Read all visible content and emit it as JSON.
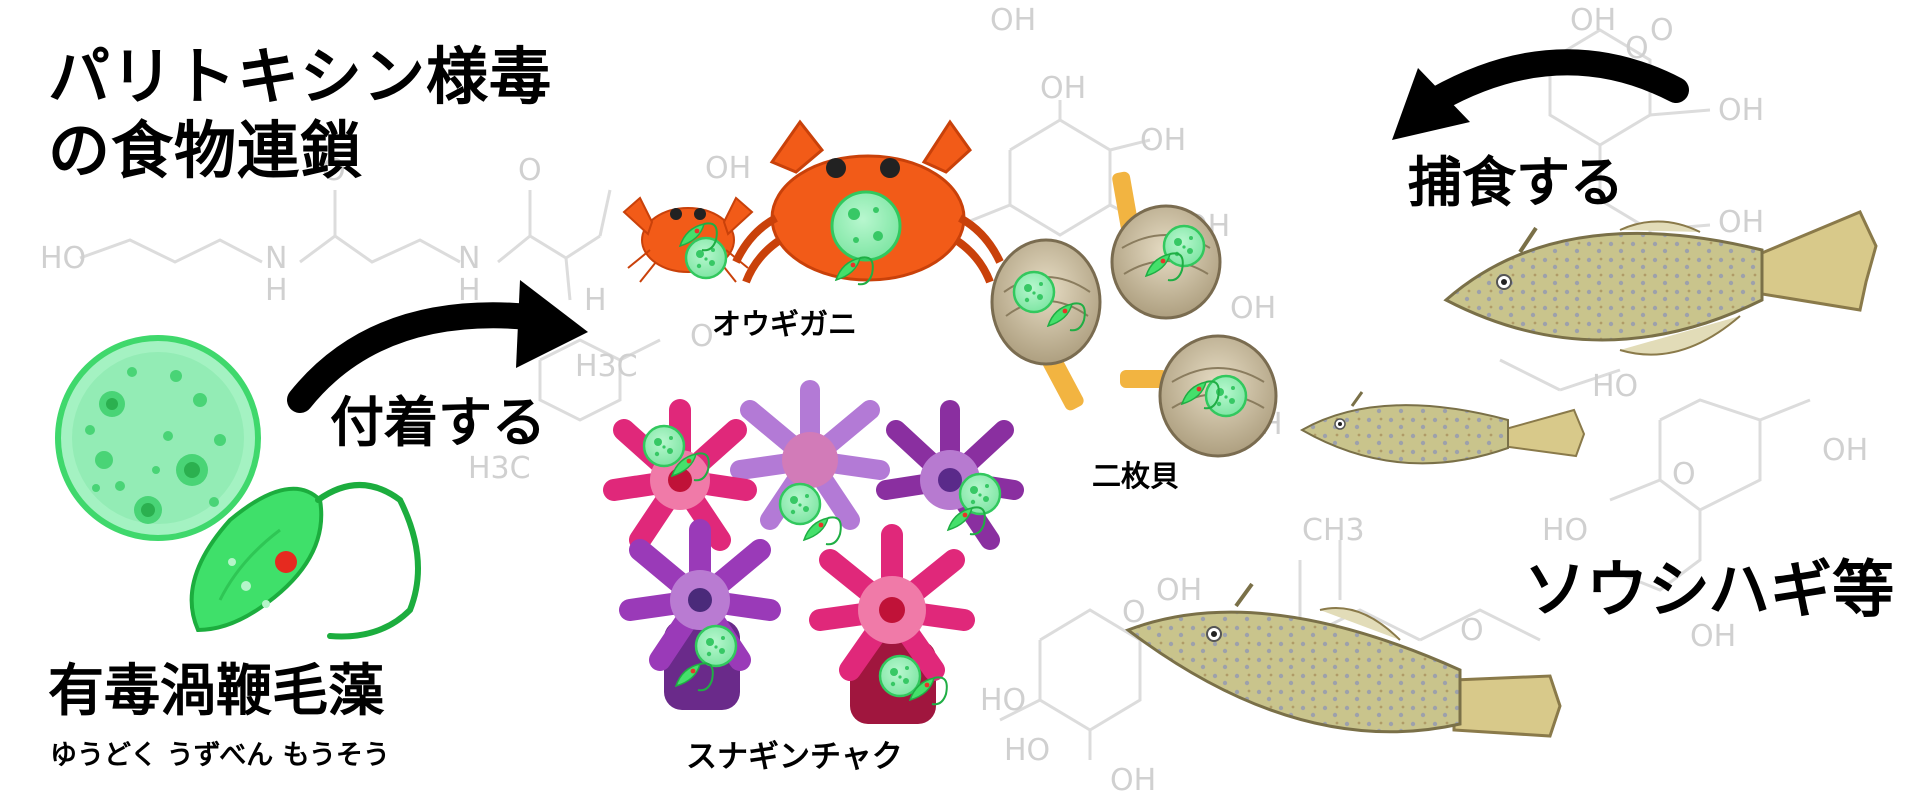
{
  "title": {
    "line1": "パリトキシン様毒",
    "line2": "の食物連鎖"
  },
  "source_organism": {
    "name": "有毒渦鞭毛藻",
    "reading": "ゆうどく うずべん もうそう"
  },
  "arrows": {
    "attach": "付着する",
    "prey": "捕食する"
  },
  "carriers": {
    "crab": "オウギガニ",
    "bivalve": "二枚貝",
    "anemone": "スナギンチャク"
  },
  "predator": {
    "name": "ソウシハギ等"
  },
  "background_structure": {
    "labels": [
      "OH",
      "OH",
      "OH",
      "OH",
      "OH",
      "OH",
      "OH",
      "OH",
      "OH",
      "OH",
      "OH",
      "OH",
      "OH",
      "OH",
      "OH",
      "OH",
      "HO",
      "HO",
      "HO",
      "HO",
      "N",
      "H",
      "N",
      "H",
      "O",
      "O",
      "O",
      "O",
      "O",
      "O",
      "O",
      "H3C",
      "H3C",
      "CH3",
      "H"
    ]
  },
  "colors": {
    "algae_body": "#93f0b6",
    "algae_outline": "#2ed35a",
    "crab": "#f05a14",
    "clam": "#cdbb9a",
    "anemone_pink": "#e0287a",
    "anemone_purple": "#8a4fb0",
    "fish": "#c8c28a",
    "structure_lines": "#d9d9d9",
    "text": "#000000"
  }
}
